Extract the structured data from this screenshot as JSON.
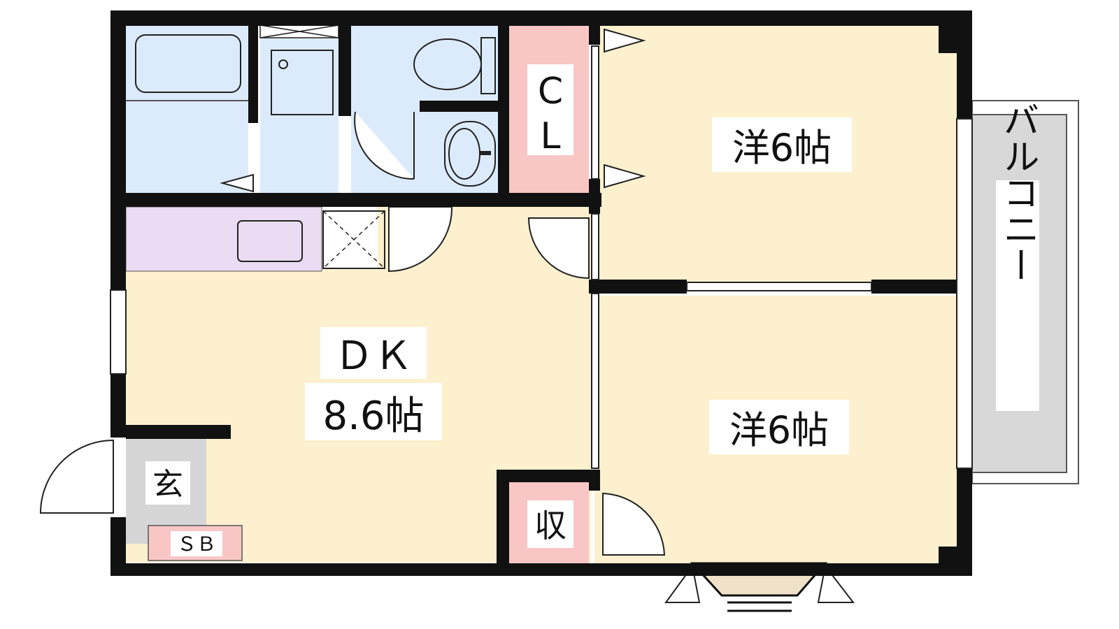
{
  "rooms": {
    "western_room_top": {
      "label": "洋6帖"
    },
    "western_room_bottom": {
      "label": "洋6帖"
    },
    "dining_kitchen": {
      "label_line1": "ＤＫ",
      "label_line2": "8.6帖"
    },
    "closet": {
      "label_c": "C",
      "label_l": "L"
    },
    "storage": {
      "label": "収"
    },
    "entrance": {
      "label": "玄"
    },
    "shoe_box": {
      "label": "ＳＢ"
    },
    "balcony": {
      "label": "バルコニー"
    }
  },
  "colors": {
    "wall": "#111111",
    "western_floor": "#fcf0cf",
    "dk_floor": "#fcf0cf",
    "wet_area": "#dcebfb",
    "kitchen_counter": "#e9dcf3",
    "closet_storage": "#f9c6c6",
    "entrance_floor": "#d6d6d6",
    "balcony_floor": "#d8d8d8",
    "bay_window": "#efe2c9"
  }
}
